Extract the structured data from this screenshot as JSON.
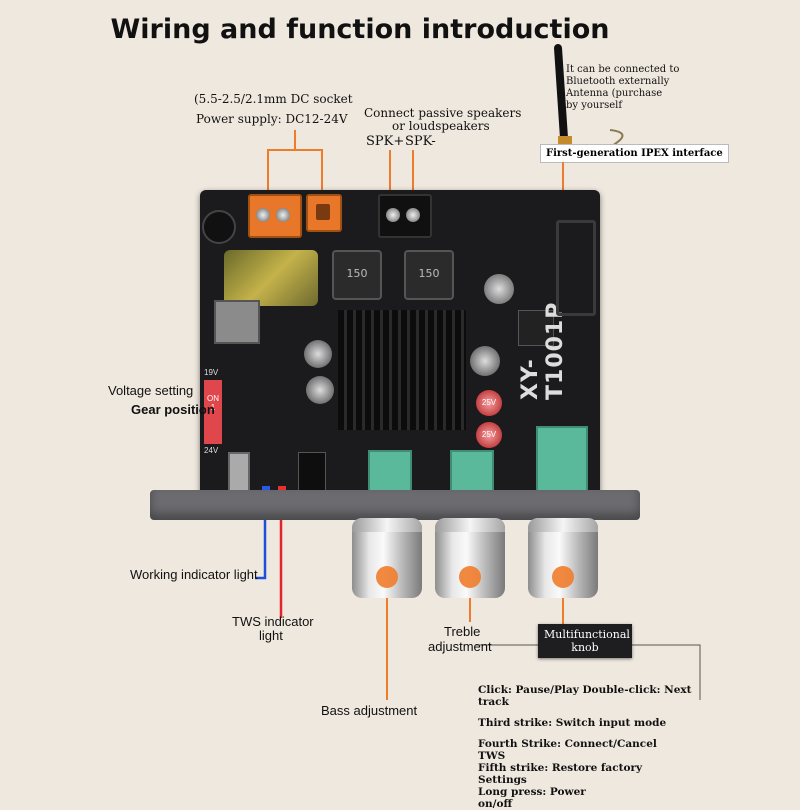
{
  "title": "Wiring and function introduction",
  "labels": {
    "dc_socket_line1": "(5.5-2.5/2.1mm DC socket",
    "dc_socket_line2": "Power supply: DC12-24V",
    "speakers_line1": "Connect passive speakers",
    "speakers_line2": "or loudspeakers",
    "spk_plus": "SPK+",
    "spk_minus": "SPK-",
    "antenna_line1": "It can be connected to",
    "antenna_line2": "Bluetooth externally",
    "antenna_line3": "Antenna (purchase",
    "antenna_line4": "by yourself",
    "ipex": "First-generation IPEX interface",
    "voltage_setting": "Voltage setting",
    "gear_position": "Gear position",
    "working_indicator": "Working indicator light",
    "tws_line1": "TWS indicator",
    "tws_line2": "light",
    "treble_line1": "Treble",
    "treble_line2": "adjustment",
    "bass": "Bass adjustment",
    "multifunction_line1": "Multifunctional",
    "multifunction_line2": "knob"
  },
  "knob_functions": [
    "Click: Pause/Play Double-click: Next track",
    "Third strike: Switch input mode",
    "Fourth Strike: Connect/Cancel",
    "TWS",
    "Fifth strike: Restore factory",
    "Settings",
    "Long press: Power",
    "on/off"
  ],
  "board": {
    "model": "XY-T1001P",
    "switch_top": "19V",
    "switch_on": "ON",
    "switch_num": "1",
    "switch_bottom": "24V",
    "inductor_label": "150",
    "cap_label1": "25V",
    "cap_label2": "25V"
  },
  "colors": {
    "accent": "#ef7c2b",
    "working_line": "#1d4fd8",
    "tws_line": "#e0252b",
    "board": "#1b1b1d",
    "background": "#efe8df"
  }
}
